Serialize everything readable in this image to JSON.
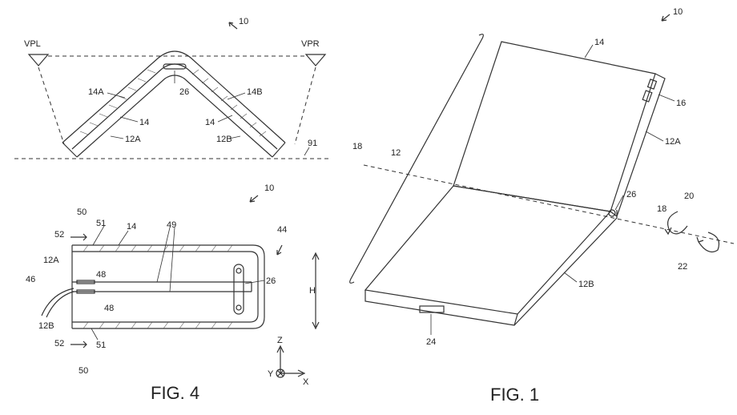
{
  "figures": {
    "fig4": {
      "caption": "FIG. 4",
      "top_view": {
        "ref": "10",
        "view_left": "VPL",
        "view_right": "VPR",
        "panel_left": "14A",
        "panel_right": "14B",
        "display_left": "14",
        "display_right": "14",
        "housing_left": "12A",
        "housing_right": "12B",
        "hinge": "26",
        "ground": "91"
      },
      "section": {
        "ref": "10",
        "cover": "14",
        "arrow_top": "50",
        "arrow_top_inner": "52",
        "arrow_bottom": "50",
        "arrow_bottom_inner": "52",
        "frame_top": "51",
        "frame_bottom": "51",
        "upper_housing": "12A",
        "lower_housing": "12B",
        "cable": "46",
        "seal_top": "48",
        "seal_bottom": "48",
        "gap": "49",
        "hinge": "26",
        "bend": "44",
        "height": "H"
      },
      "axes": {
        "z": "Z",
        "y": "Y",
        "x": "X"
      }
    },
    "fig1": {
      "caption": "FIG. 1",
      "ref": "10",
      "display": "14",
      "buttons": "16",
      "fold_axis": "18",
      "fold_axis_right": "18",
      "device": "12",
      "upper_housing": "12A",
      "lower_housing": "12B",
      "hinge": "26",
      "rotation_a": "20",
      "rotation_b": "22",
      "port": "24"
    }
  }
}
